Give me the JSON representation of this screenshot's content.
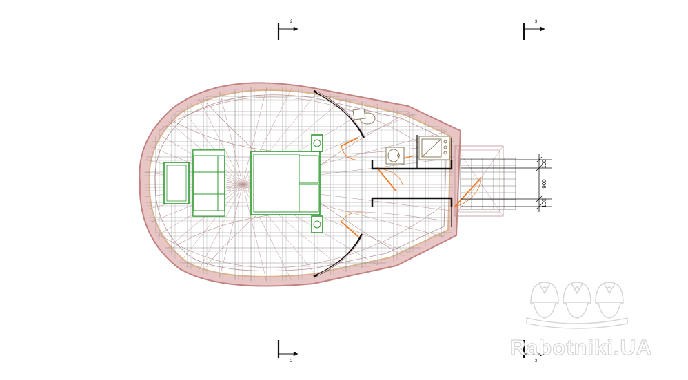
{
  "dimensions": {
    "top": "100",
    "middle": "900",
    "bottom": "100"
  },
  "section_marks": {
    "top_left": "2",
    "top_right": "3",
    "bottom_left": "2",
    "bottom_right": "3"
  },
  "watermark": {
    "text": "Rabotniki.UA"
  },
  "colors": {
    "outer_wall": "#c98a8a",
    "outer_wall_fill": "#e8c2c2",
    "inner_wall": "#d9b48c",
    "frame_lines": "#b98f8f",
    "grid_lines": "#8a8a8a",
    "furniture": "#2e9a2e",
    "doors": "#f07a1e",
    "dimension_lines": "#111111",
    "watermark": "#d4d4d4"
  }
}
